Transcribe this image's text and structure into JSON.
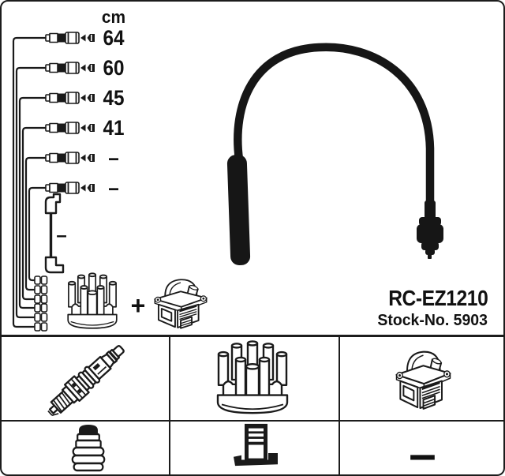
{
  "product": {
    "model": "RC-EZ1210",
    "stock": "Stock-No. 5903"
  },
  "length_table": {
    "unit": "cm",
    "rows": [
      {
        "label": "64"
      },
      {
        "label": "60"
      },
      {
        "label": "45"
      },
      {
        "label": "41"
      },
      {
        "label": "–"
      },
      {
        "label": "–"
      }
    ],
    "coil_wire_label": "–"
  },
  "assembly": {
    "plus": "+",
    "icons": [
      "distributor-cap-icon",
      "ignition-coil-icon"
    ]
  },
  "applicability_grid": {
    "cells": [
      {
        "icon": "spark-plug-icon"
      },
      {
        "icon": "distributor-cap-icon"
      },
      {
        "icon": "ignition-coil-icon"
      },
      {
        "icon": "spark-plug-boot-icon"
      },
      {
        "icon": "coil-tower-icon"
      },
      {
        "label": "–"
      }
    ]
  },
  "colors": {
    "ink": "#1a1a1a",
    "background": "#ffffff"
  }
}
